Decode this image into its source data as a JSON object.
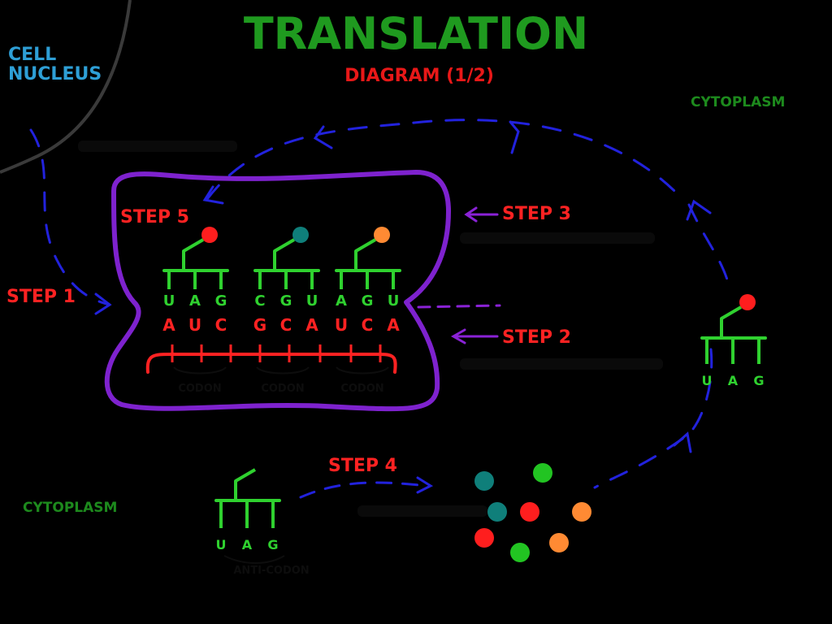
{
  "title": "TRANSLATION",
  "subtitle": "DIAGRAM (1/2)",
  "regions": {
    "cell_nucleus": "CELL\nNUCLEUS",
    "cytoplasm_top": "CYTOPLASM",
    "cytoplasm_bottom": "CYTOPLASM"
  },
  "steps": {
    "step1": "STEP 1",
    "step2": "STEP 2",
    "step3": "STEP 3",
    "step4": "STEP 4",
    "step5": "STEP 5"
  },
  "ribosome": {
    "trna_anticodons": [
      [
        "U",
        "A",
        "G"
      ],
      [
        "C",
        "G",
        "U"
      ],
      [
        "A",
        "G",
        "U"
      ]
    ],
    "mrna_bases": [
      [
        "A",
        "U",
        "C"
      ],
      [
        "G",
        "C",
        "A"
      ],
      [
        "U",
        "C",
        "A"
      ]
    ],
    "codon_label": "CODON",
    "amino_acid_colors": [
      "#ff1e1e",
      "#0f7f7a",
      "#ff8a33"
    ]
  },
  "free_trna": {
    "anticodon": [
      "U",
      "A",
      "G"
    ],
    "label": "ANTI-CODON"
  },
  "released_trna": {
    "anticodon": [
      "U",
      "A",
      "G"
    ],
    "amino_acid_color": "#ff1e1e"
  },
  "amino_acid_pool": {
    "colors": [
      "#0f7f7a",
      "#22c422",
      "#0f7f7a",
      "#ff1e1e",
      "#ff8a33",
      "#ff1e1e",
      "#22c422",
      "#ff8a33"
    ]
  },
  "colors": {
    "title": "#1f9a1f",
    "subtitle": "#e81818",
    "nucleus_label": "#2e9fd6",
    "step": "#ff2222",
    "trna": "#2fd12f",
    "mrna": "#ff2222",
    "ribosome_outline": "#7e22ce",
    "cycle_arrow": "#2222dd",
    "purple_arrow": "#8a22d6",
    "cytoplasm": "#1d8a1d",
    "nucleus_membrane": "#3a3a3a"
  }
}
